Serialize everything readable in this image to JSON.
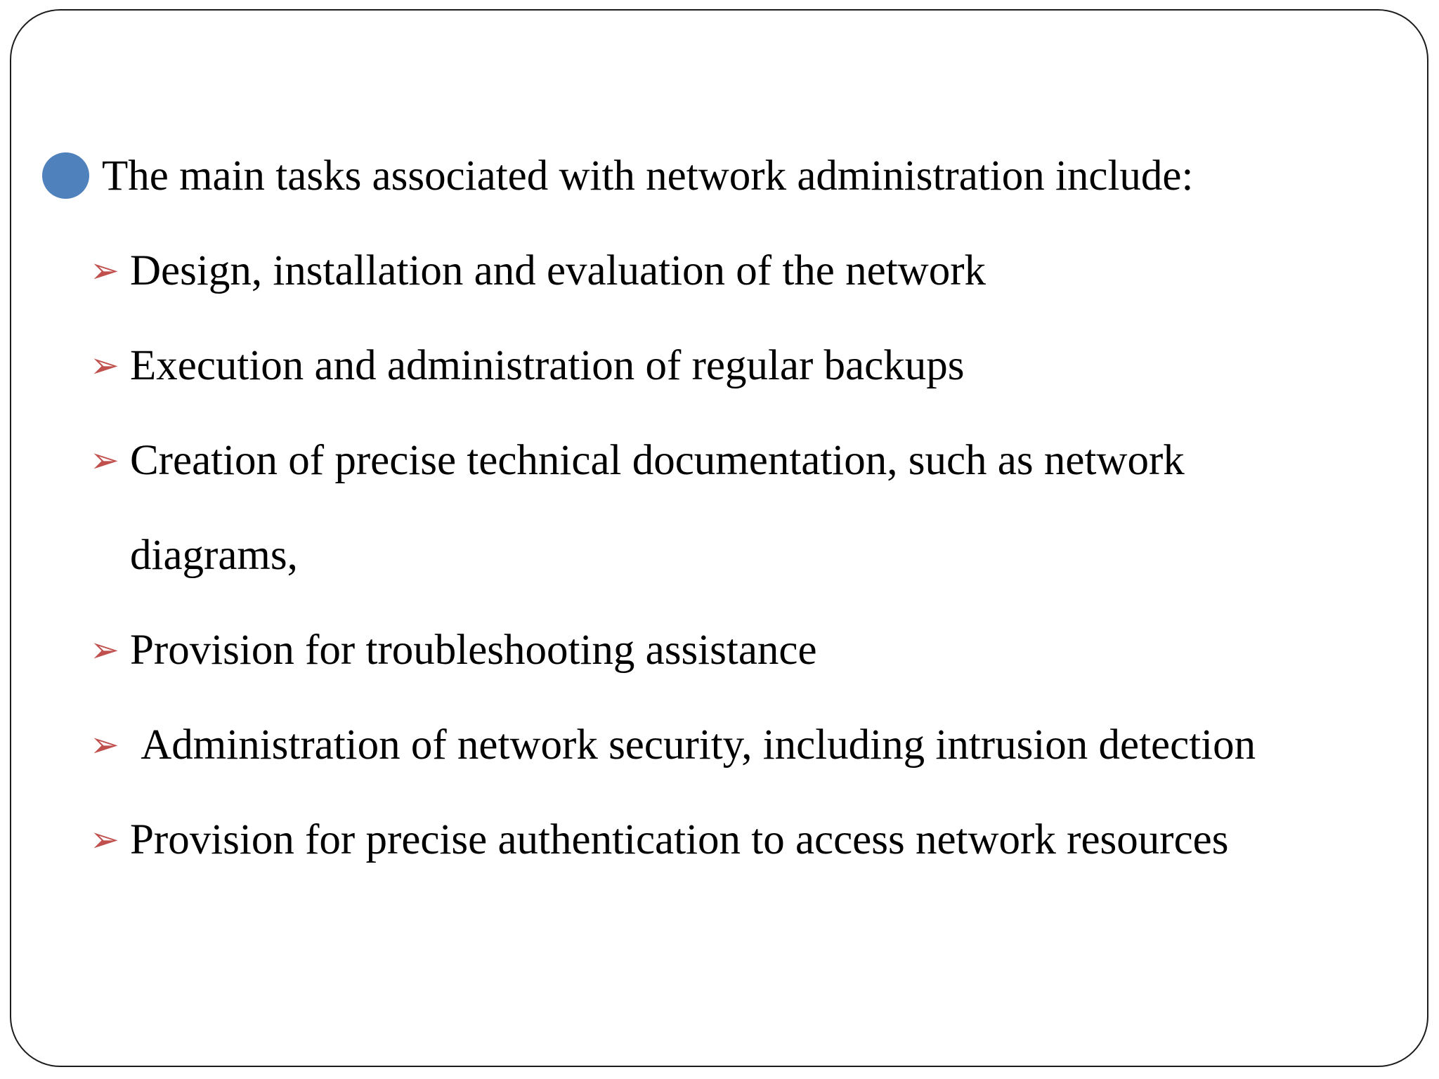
{
  "slide": {
    "title_bullet": {
      "text": "The main tasks associated with network administration include:"
    },
    "bullets": [
      "Design, installation and evaluation of the network",
      "Execution and administration of regular backups",
      "Creation of precise technical documentation, such as network\ndiagrams,",
      "Provision for troubleshooting assistance",
      " Administration of network security, including intrusion detection",
      "Provision for precise authentication to access network resources"
    ],
    "icons": {
      "main_bullet_icon": "filled-circle",
      "sub_bullet_icon": "➢"
    },
    "colors": {
      "main_bullet_circle": "#4F81BD",
      "sub_bullet_arrow": "#C0504D",
      "border": "#1c1c1c",
      "text": "#000000",
      "background": "#FFFFFF"
    }
  }
}
